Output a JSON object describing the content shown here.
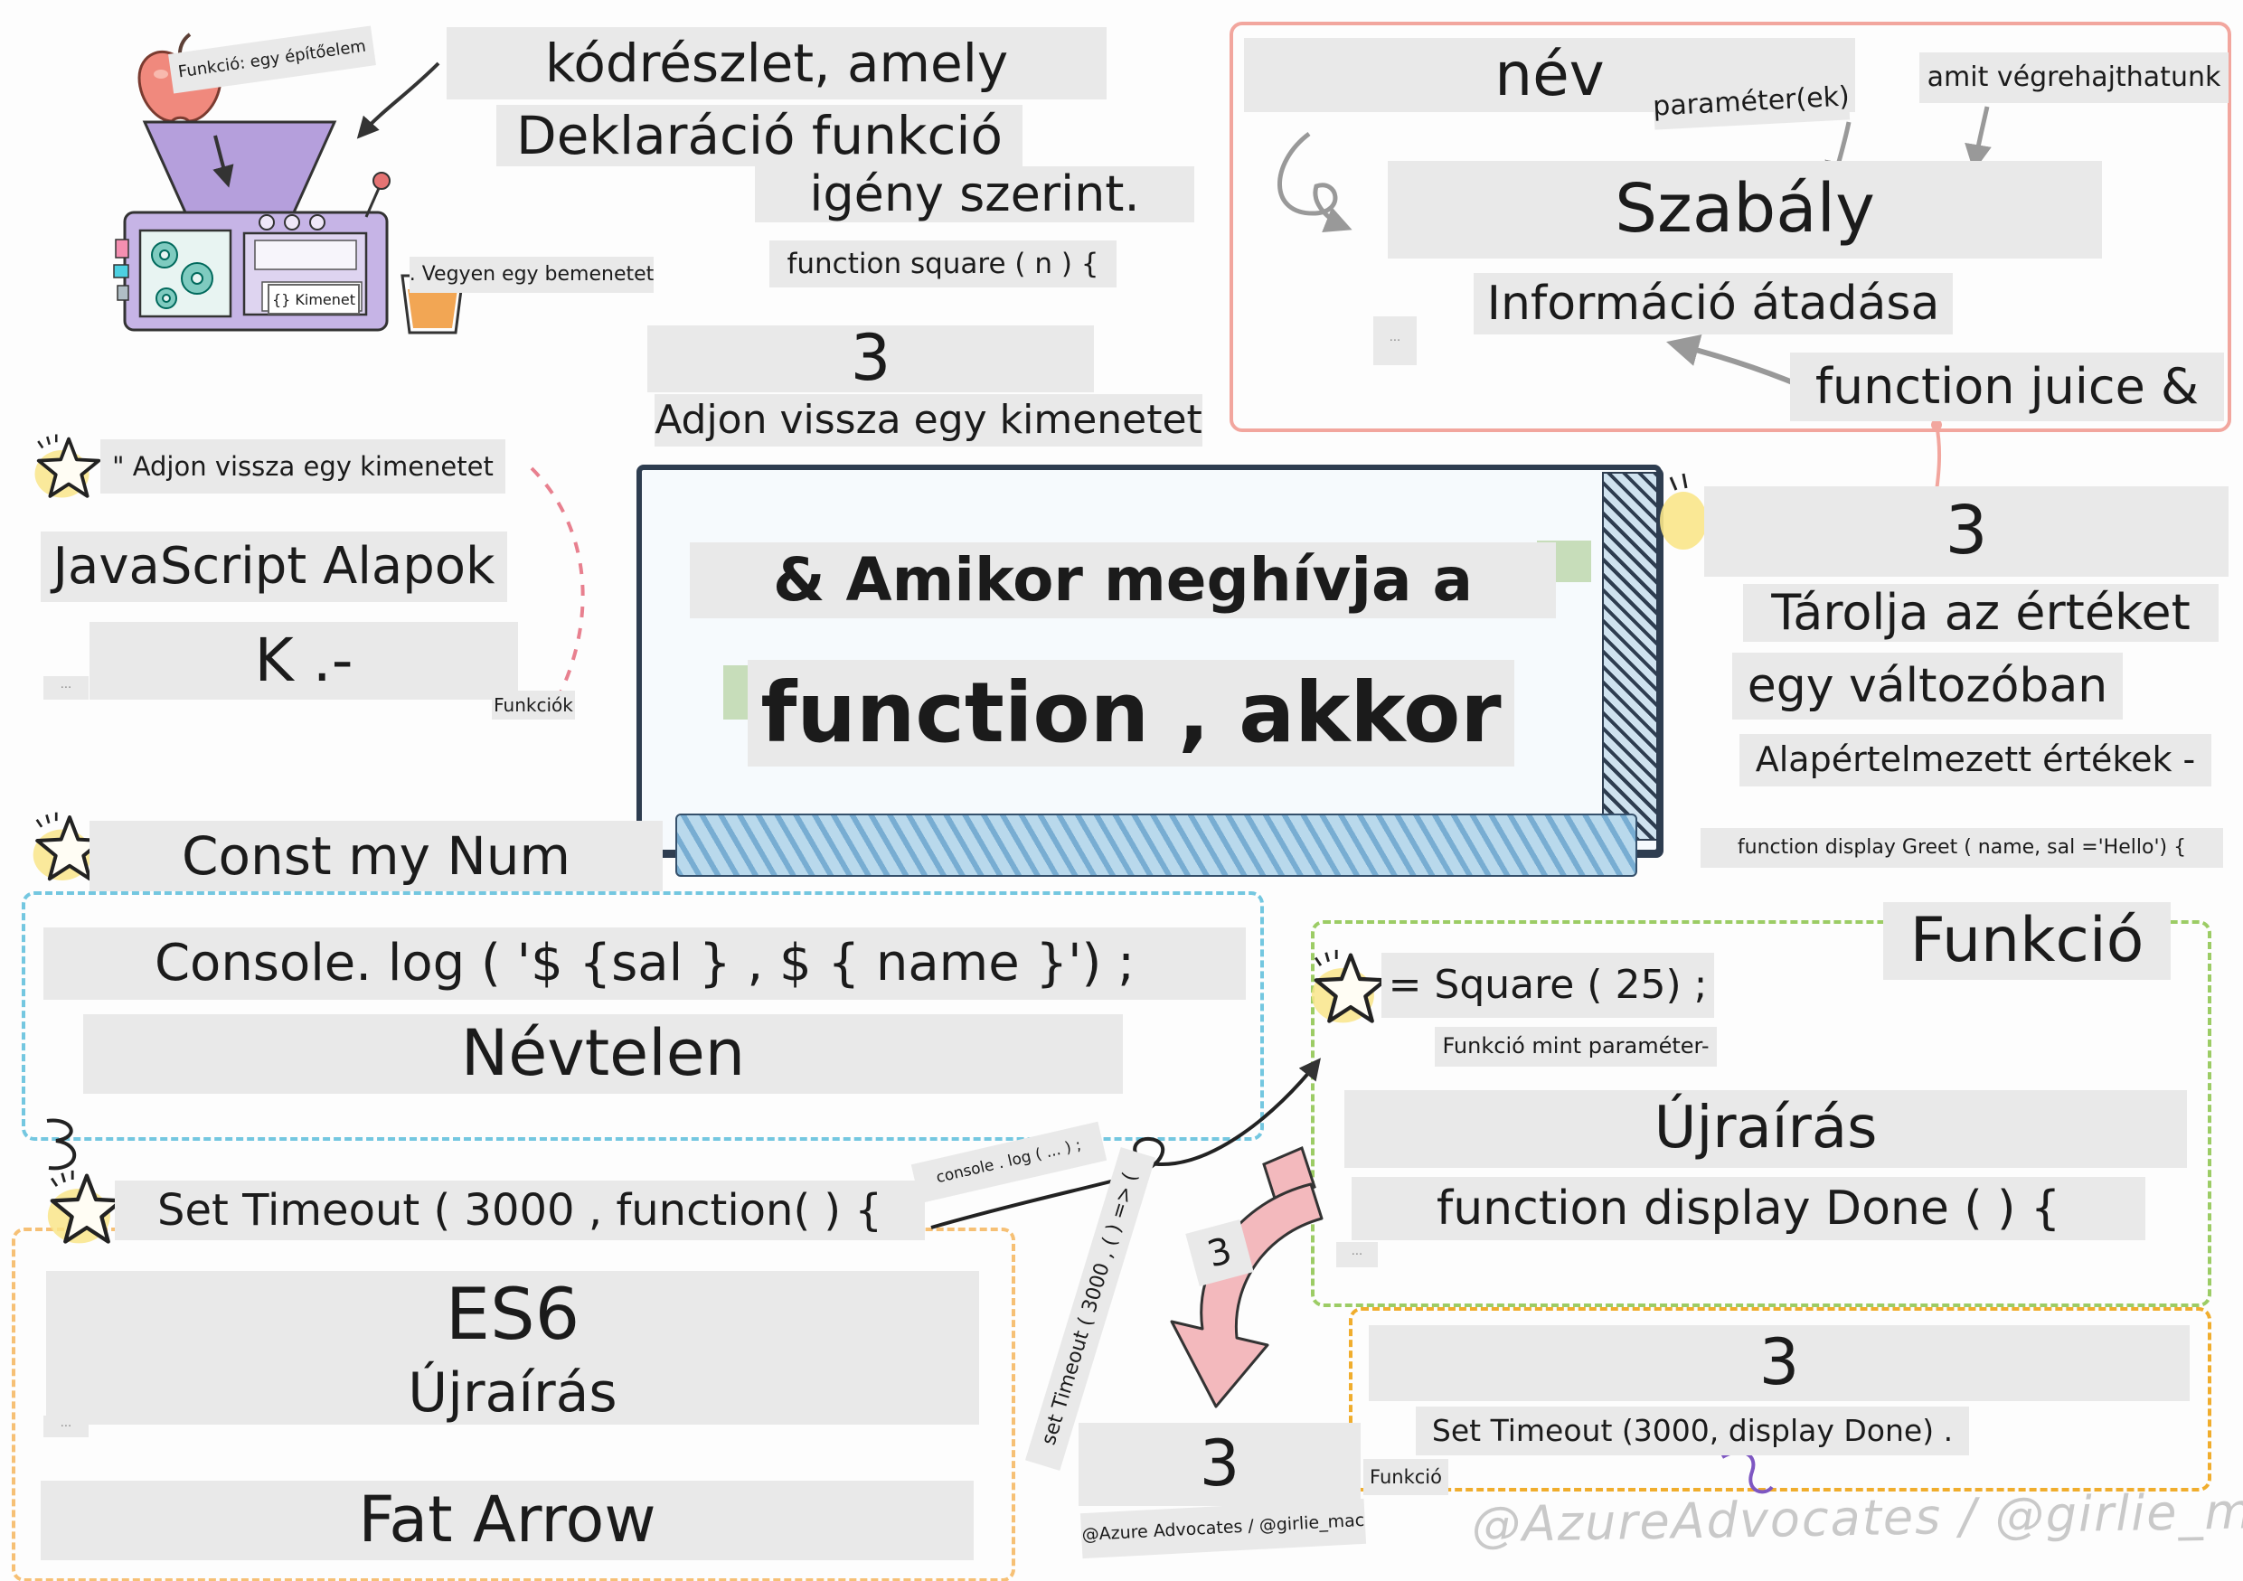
{
  "colors": {
    "highlight": "#e9e9e9",
    "pink_border": "#f2a69e",
    "blue_border": "#74c7e0",
    "orange_border": "#f6c075",
    "green_border": "#9ccc65",
    "gold_border": "#f0ad2d",
    "star_yellow": "#f9e58a",
    "machine_purple": "#c6b4e6",
    "apple_red": "#f0897d",
    "ink": "#1b1b1b",
    "watermark_gray": "#c9c9c9"
  },
  "machine": {
    "caption": "Funkció: egy építőelem",
    "screen_label": "{} Kimenet",
    "input_note": ". Vegyen egy bemenetet"
  },
  "declaration": {
    "line1": "kódrészlet, amely",
    "line2": "Deklaráció funkció",
    "line3": "igény szerint.",
    "code": "function square ( n ) {",
    "num": "3",
    "line4": "Adjon vissza egy kimenetet"
  },
  "rule": {
    "name_label": "név",
    "param_label": "paraméter(ek)",
    "exec_label": "amit végrehajthatunk",
    "title": "Szabály",
    "subtitle": "Információ átadása",
    "code": "function juice &",
    "tiny": "···"
  },
  "store": {
    "num": "3",
    "line1": "Tárolja az értéket",
    "line2": "egy változóban",
    "line3": "Alapértelmezett értékek -",
    "code": "function display Greet ( name, sal ='Hello') {"
  },
  "basics": {
    "quote": "\" Adjon vissza egy kimenetet",
    "title": "JavaScript Alapok",
    "subtitle": "K .-",
    "funkciok": "Funkciók",
    "tiny": "···"
  },
  "center": {
    "line1": "& Amikor meghívja a",
    "line2": "function , akkor"
  },
  "console_box": {
    "title": "Const my Num",
    "code": "Console. log ( '$ {sal } , $ { name }') ;",
    "subtitle": "Névtelen"
  },
  "timeout_box": {
    "code": "Set Timeout ( 3000 , function( ) {",
    "title": "ES6",
    "subtitle": "Újraírás",
    "footer": "Fat Arrow",
    "tiny": "···"
  },
  "doodles": {
    "console_log": "console . log ( ... ) ;",
    "set_timeout": "set Timeout ( 3000 , ( ) => (",
    "num_small": "3",
    "num_big": "3",
    "credit": "@Azure Advocates / @girlie_mac",
    "funkcio": "Funkció"
  },
  "square_box": {
    "title_big": "Funkció",
    "code": "= Square ( 25) ;",
    "note": "Funkció mint paraméter-",
    "title": "Újraírás",
    "code2": "function display Done ( ) {",
    "tiny": "···"
  },
  "done_box": {
    "num": "3",
    "code": "Set Timeout (3000, display Done) ."
  },
  "watermark": "@AzureAdvocates / @girlie_mac"
}
